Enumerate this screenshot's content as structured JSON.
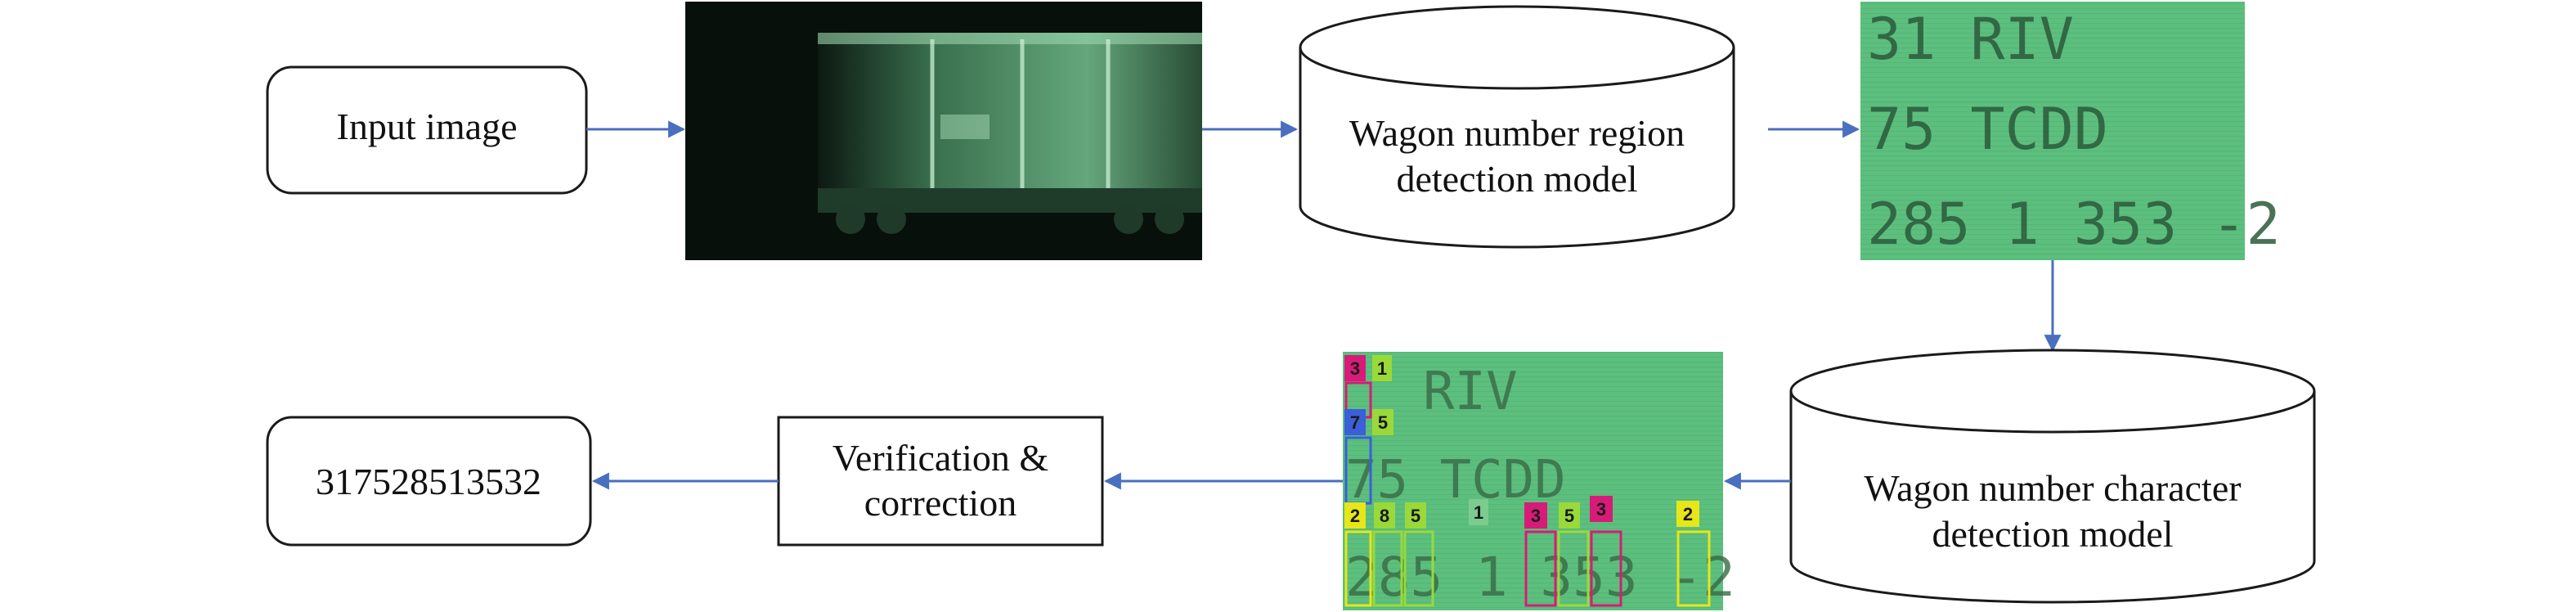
{
  "nodes": {
    "input": {
      "label": "Input image"
    },
    "region_model": {
      "line1": "Wagon number region",
      "line2": "detection model"
    },
    "region_crop": {
      "line1": "31 RIV",
      "line2": "75 TCDD",
      "line3": "285 1 353 -2"
    },
    "char_model": {
      "line1": "Wagon number character",
      "line2": "detection model"
    },
    "char_crop": {
      "line1": "RIV",
      "line2": "75 TCDD",
      "line3": "285 1 353 -2",
      "tags": [
        "3",
        "1",
        "7",
        "5",
        "2",
        "8",
        "5",
        "1",
        "3",
        "5",
        "3",
        "2"
      ]
    },
    "verify": {
      "line1": "Verification &",
      "line2": "correction"
    },
    "output": {
      "label": "317528513532"
    }
  },
  "colors": {
    "arrow": "#4a6fbf",
    "crop_bg": "#5cbf7e",
    "tag_magenta": "#d81b78",
    "tag_yellow": "#e6e619",
    "tag_green": "#9ad93a",
    "tag_blue": "#3a5fd9"
  },
  "icons": {
    "train_photo": "night-wagon-photo"
  }
}
